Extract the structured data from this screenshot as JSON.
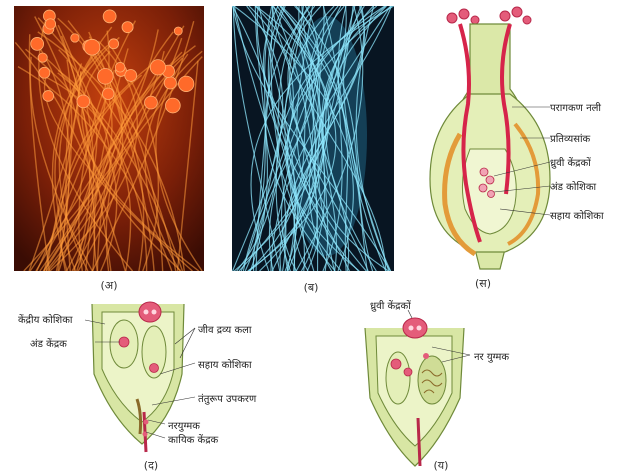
{
  "panels": {
    "a": {
      "caption": "(अ)"
    },
    "b": {
      "caption": "(ब)"
    },
    "c": {
      "caption": "(स)",
      "labels": {
        "pollen_tube": "परागकण नली",
        "integument": "प्रतिव्यसांक",
        "polar_nuclei": "ध्रुवी केंद्रकों",
        "egg_cell": "अंड कोशिका",
        "synergid": "सहाय कोशिका"
      }
    },
    "d": {
      "caption": "(द)",
      "labels": {
        "central_cell": "केंद्रीय कोशिका",
        "egg_nucleus": "अंड केंद्रक",
        "cytoplasm_layer": "जीव द्रव्य कला",
        "synergid": "सहाय कोशिका",
        "filiform_apparatus": "तंतुरूप उपकरण",
        "male_gamete": "नरयुग्मक",
        "vegetative_nucleus": "कायिक केंद्रक"
      }
    },
    "e": {
      "caption": "(य)",
      "labels": {
        "polar_nuclei": "ध्रुवी केंद्रकों",
        "male_gamete": "नर युग्मक"
      }
    }
  },
  "colors": {
    "tube_red": "#d6244a",
    "ovule_green": "#d8e6a4",
    "panel_a_bg": "#7a1f08",
    "panel_b_bg": "#0a1a2a",
    "fibre_cyan": "#8fe8ff"
  }
}
